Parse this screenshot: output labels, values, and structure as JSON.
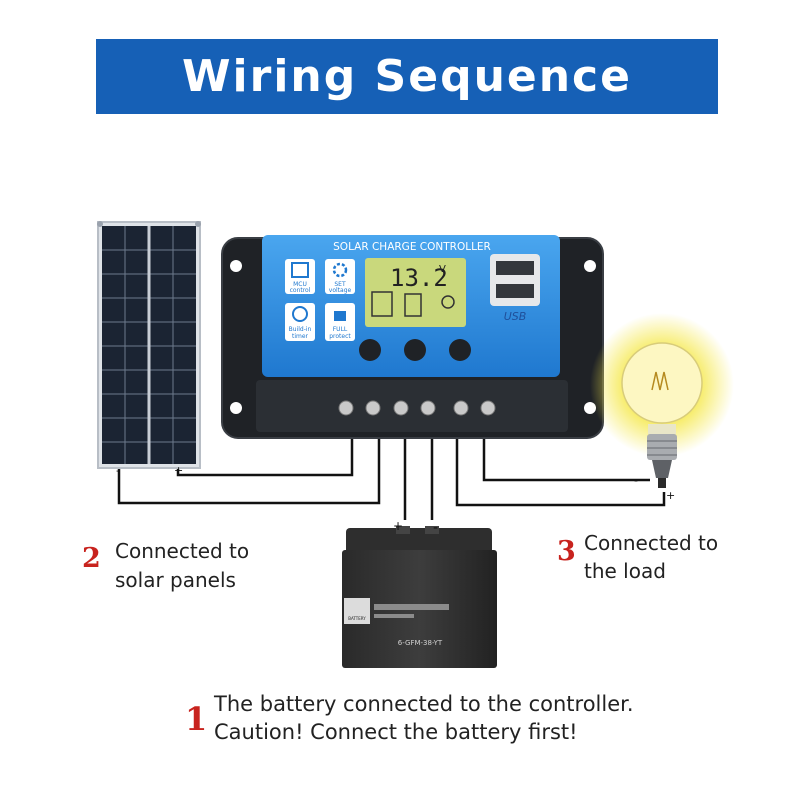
{
  "title": "Wiring Sequence",
  "controller": {
    "label": "SOLAR CHARGE CONTROLLER",
    "display_value": "13.2",
    "display_unit": "V",
    "features": [
      {
        "icon": "chip-icon",
        "lines": [
          "MCU",
          "control"
        ]
      },
      {
        "icon": "gear-icon",
        "lines": [
          "SET",
          "voltage"
        ]
      },
      {
        "icon": "clock-icon",
        "lines": [
          "Build-in",
          "timer"
        ]
      },
      {
        "icon": "lock-icon",
        "lines": [
          "FULL",
          "protect"
        ]
      }
    ],
    "usb_label": "USB"
  },
  "battery": {
    "brand": "BATTERY",
    "model": "6-GFM-38-YT"
  },
  "polarity": {
    "plus": "+",
    "minus": "-"
  },
  "steps": [
    {
      "number": "1",
      "lines": [
        "The battery connected to the controller.",
        "Caution! Connect the battery first!"
      ]
    },
    {
      "number": "2",
      "lines": [
        "Connected to",
        "solar panels"
      ]
    },
    {
      "number": "3",
      "lines": [
        "Connected to",
        "the load"
      ]
    }
  ],
  "colors": {
    "banner": "#1660b6",
    "step_number": "#c8231e",
    "controller_face": "#2e8fe0"
  }
}
